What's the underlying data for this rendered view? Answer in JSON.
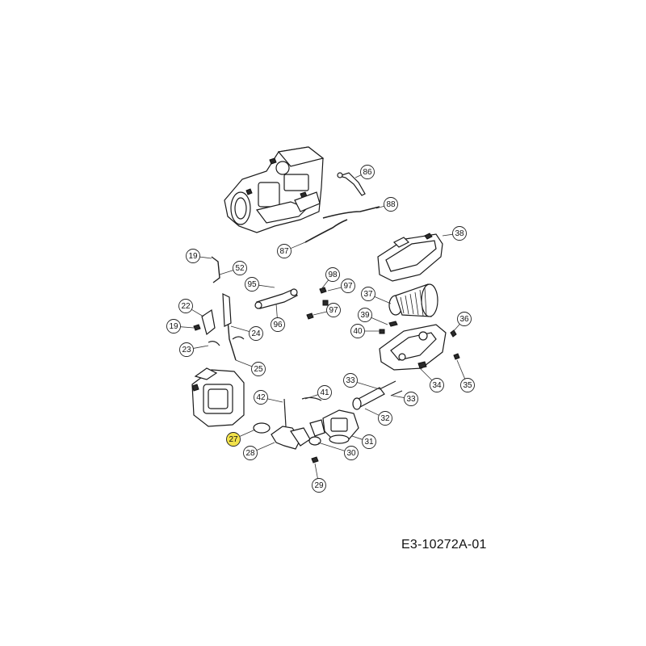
{
  "drawing_number": "E3-10272A-01",
  "highlight_color": "#f2e24a",
  "callouts": [
    {
      "id": "86",
      "label": "86",
      "highlighted": false
    },
    {
      "id": "88",
      "label": "88",
      "highlighted": false
    },
    {
      "id": "38",
      "label": "38",
      "highlighted": false
    },
    {
      "id": "87",
      "label": "87",
      "highlighted": false
    },
    {
      "id": "19a",
      "label": "19",
      "highlighted": false
    },
    {
      "id": "52",
      "label": "52",
      "highlighted": false
    },
    {
      "id": "98",
      "label": "98",
      "highlighted": false
    },
    {
      "id": "95",
      "label": "95",
      "highlighted": false
    },
    {
      "id": "97a",
      "label": "97",
      "highlighted": false
    },
    {
      "id": "37",
      "label": "37",
      "highlighted": false
    },
    {
      "id": "22",
      "label": "22",
      "highlighted": false
    },
    {
      "id": "97b",
      "label": "97",
      "highlighted": false
    },
    {
      "id": "96",
      "label": "96",
      "highlighted": false
    },
    {
      "id": "39",
      "label": "39",
      "highlighted": false
    },
    {
      "id": "36",
      "label": "36",
      "highlighted": false
    },
    {
      "id": "19b",
      "label": "19",
      "highlighted": false
    },
    {
      "id": "24",
      "label": "24",
      "highlighted": false
    },
    {
      "id": "40",
      "label": "40",
      "highlighted": false
    },
    {
      "id": "23",
      "label": "23",
      "highlighted": false
    },
    {
      "id": "25",
      "label": "25",
      "highlighted": false
    },
    {
      "id": "33a",
      "label": "33",
      "highlighted": false
    },
    {
      "id": "34",
      "label": "34",
      "highlighted": false
    },
    {
      "id": "35",
      "label": "35",
      "highlighted": false
    },
    {
      "id": "41",
      "label": "41",
      "highlighted": false
    },
    {
      "id": "42",
      "label": "42",
      "highlighted": false
    },
    {
      "id": "33b",
      "label": "33",
      "highlighted": false
    },
    {
      "id": "32",
      "label": "32",
      "highlighted": false
    },
    {
      "id": "27",
      "label": "27",
      "highlighted": true
    },
    {
      "id": "31",
      "label": "31",
      "highlighted": false
    },
    {
      "id": "28",
      "label": "28",
      "highlighted": false
    },
    {
      "id": "30",
      "label": "30",
      "highlighted": false
    },
    {
      "id": "29",
      "label": "29",
      "highlighted": false
    }
  ]
}
